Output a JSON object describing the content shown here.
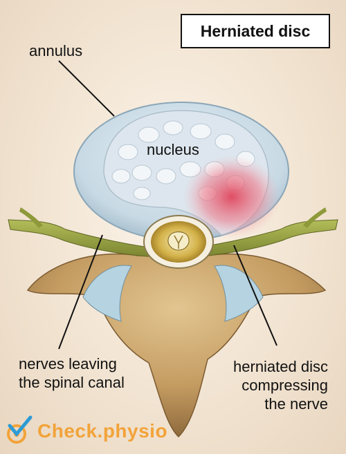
{
  "title": "Herniated disc",
  "labels": {
    "annulus": "annulus",
    "nucleus": "nucleus",
    "nerves_line1": "nerves leaving",
    "nerves_line2": "the spinal canal",
    "herniated_line1": "herniated disc",
    "herniated_line2": "compressing",
    "herniated_line3": "the nerve"
  },
  "logo": {
    "text": "Check.physio",
    "icon": "checkmark-icon"
  },
  "colors": {
    "annulus": "#c9dbe6",
    "nucleus": "#dfe6ec",
    "inflammation": "#e0455c",
    "nerve": "#8e9a3a",
    "bone": "#c9a46c",
    "logo": "#f2a33a",
    "check": "#2e9bd6"
  }
}
